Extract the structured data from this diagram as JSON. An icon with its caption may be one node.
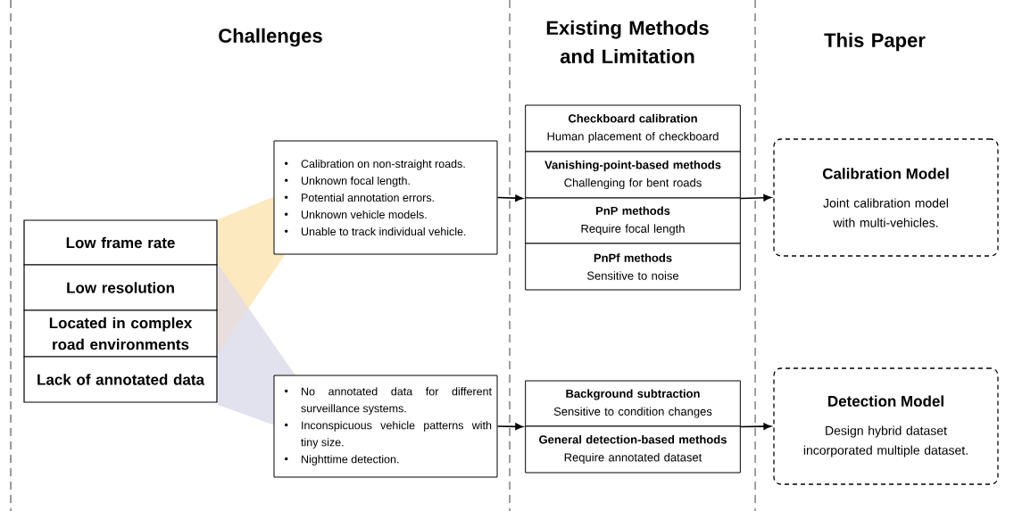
{
  "diagram": {
    "nodes": [
      {
        "text": [
          "Low frame rate"
        ]
      },
      {
        "text": [
          "Low resolution"
        ]
      },
      {
        "text": [
          "Located in complex road environments"
        ]
      },
      {
        "text": [
          "Lack of annotated data"
        ]
      },
      {
        "text": [
          "Calibration on non-straight roads.",
          "Unknown focal length.",
          "Potential annotation errors.",
          "Unknown vehicle models.",
          "Unable to track individual vehicle."
        ]
      },
      {
        "text": [
          "No annotated data for different surveillance systems.",
          "Inconspicuous vehicle patterns with tiny size.",
          "Nighttime detection."
        ]
      },
      {
        "text": [
          "Checkboard calibration",
          "Human placement of checkboard"
        ]
      },
      {
        "text": [
          "Vanishing-point-based methods",
          "Challenging for bent roads"
        ]
      },
      {
        "text": [
          "PnP methods",
          "Require focal length"
        ]
      },
      {
        "text": [
          "PnPf methods",
          "Sensitive to noise"
        ]
      },
      {
        "text": [
          "Background subtraction",
          "Sensitive to condition changes"
        ]
      },
      {
        "text": [
          "General detection-based methods",
          "Require annotated dataset"
        ]
      },
      {
        "text": [
          "Calibration Model",
          "Joint calibration model with multi-vehicles."
        ]
      },
      {
        "text": [
          "Detection Model",
          "Design hybrid dataset incorporated multiple dataset."
        ]
      }
    ],
    "edges": [
      {
        "from": 4,
        "to": 7,
        "arrow": "to"
      },
      {
        "from": 7,
        "to": 12,
        "arrow": "to"
      },
      {
        "from": 5,
        "to": 10,
        "arrow": "to"
      },
      {
        "from": 10,
        "to": 13,
        "arrow": "to"
      }
    ],
    "labels": [
      "Challenges",
      "Existing Methods and Limitation",
      "This Paper"
    ]
  }
}
